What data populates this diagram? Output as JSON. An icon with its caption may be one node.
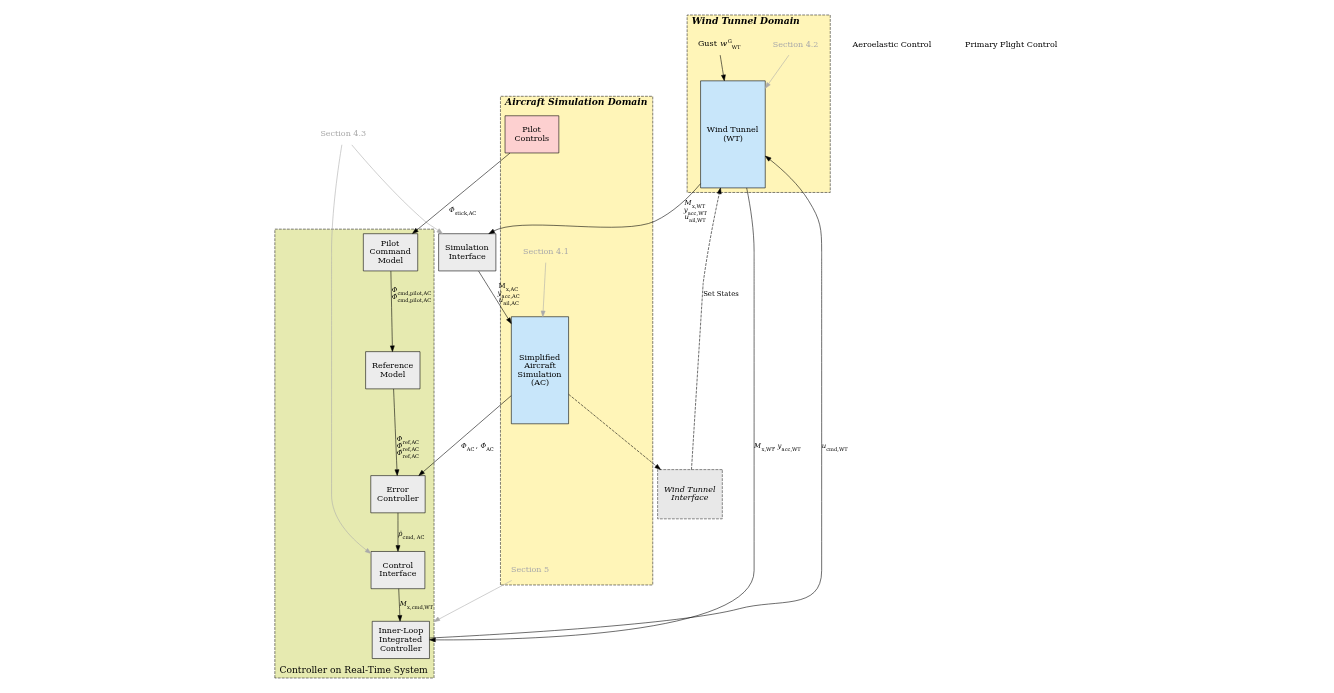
{
  "diagram": {
    "nodes": [
      {
        "text": [
          "Wind Tunnel Domain"
        ]
      },
      {
        "text": [
          "Section 4.2"
        ],
        "in": 0
      },
      {
        "text": [
          "Gust *w*$^{G}$$_{WT}$"
        ],
        "in": 0
      },
      {
        "text": [
          "Wind Tunnel (WT)"
        ],
        "in": 0
      },
      {
        "text": [
          "Wind Tunnel Interface"
        ]
      },
      {
        "text": [
          "Simulation Interface"
        ]
      },
      {
        "text": [
          "Section 4.3"
        ]
      },
      {
        "text": [
          "Aircraft Simulation Domain"
        ]
      },
      {
        "text": [
          "Section 4.1"
        ],
        "in": 7
      },
      {
        "text": [
          "Simplified Aircraft Simulation (AC)"
        ],
        "in": 7
      },
      {
        "text": [
          "Pilot Controls"
        ],
        "in": 7
      },
      {
        "text": [
          "Section 5"
        ],
        "in": 7
      },
      {
        "text": [
          "Controller on Real-Time System"
        ]
      },
      {
        "text": [
          "Inner-Loop Integrated Controller"
        ],
        "in": 12
      },
      {
        "text": [
          "Control Interface"
        ],
        "in": 12
      },
      {
        "text": [
          "Error Controller"
        ],
        "in": 12
      },
      {
        "text": [
          "Reference Model"
        ],
        "in": 12
      },
      {
        "text": [
          "Pilot Command Model"
        ],
        "in": 12
      }
    ],
    "edges": [
      {
        "from": 2,
        "to": 3,
        "arrow": "to"
      },
      {
        "from": 4,
        "to": 3,
        "arrow": "to",
        "label": "Set States",
        "style": "dashed"
      },
      {
        "from": 9,
        "to": 4,
        "arrow": "to",
        "style": "dashed"
      },
      {
        "from": 3,
        "to": 5,
        "arrow": "to",
        "label": "*M*$_{x,WT}$ *y*$_{acc,WT}$ *u*$_{ail,WT}$"
      },
      {
        "from": 5,
        "to": 9,
        "arrow": "to",
        "label": "M$_{x,AC}$ *y*$_{acc,AC}$ *u*$_{ail,AC}$"
      },
      {
        "from": 3,
        "to": 13,
        "arrow": "to",
        "label": "*M*$_{x,WT}$, *y*$_{acc,WT}$"
      },
      {
        "from": 13,
        "to": 3,
        "arrow": "to",
        "label": "*u*$_{cmd,WT}$"
      },
      {
        "from": 14,
        "to": 13,
        "arrow": "to",
        "label": "*M*$_{x,cmd,WT}$"
      },
      {
        "from": 15,
        "to": 14,
        "arrow": "to",
        "label": "*ṗ*$_{cmd, AC}$"
      },
      {
        "from": 9,
        "to": 15,
        "arrow": "to",
        "label": "*Φ*$_{AC}$ , *Φ̇*$_{AC}$"
      },
      {
        "from": 16,
        "to": 15,
        "arrow": "to",
        "label": "*Φ*$_{ref,AC}$ *Φ̇*$_{ref,AC}$ *Φ̈*$_{ref,AC}$"
      },
      {
        "from": 17,
        "to": 16,
        "arrow": "to",
        "label": "*Φ*$_{cmd,pilot,AC}$ *Φ̇*$_{cmd,pilot,AC}$"
      },
      {
        "from": 10,
        "to": 17,
        "arrow": "to",
        "label": "*Φ̇*$_{stick,AC}$"
      },
      {
        "from": 1,
        "to": 3,
        "arrow": "to",
        "color": "#aaaaaa"
      },
      {
        "from": 8,
        "to": 9,
        "arrow": "to",
        "color": "#aaaaaa"
      },
      {
        "from": 6,
        "to": 5,
        "arrow": "to",
        "color": "#aaaaaa"
      },
      {
        "from": 6,
        "to": 14,
        "arrow": "to",
        "color": "#aaaaaa"
      },
      {
        "from": 11,
        "to": 12,
        "arrow": "to",
        "color": "#aaaaaa"
      }
    ],
    "labels": [
      "Aeroelastic Control",
      "Primary Flight Control"
    ]
  }
}
